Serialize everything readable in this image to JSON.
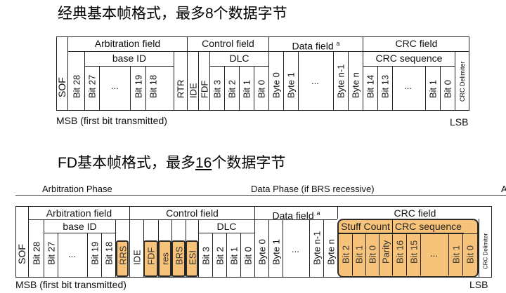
{
  "titles": {
    "classic": "经典基本帧格式，最多8个数据字节",
    "fd_prefix": "FD基本帧格式，最多",
    "fd_number": "16",
    "fd_suffix": "个数据字节"
  },
  "classic": {
    "sof": "SOF",
    "arbitration_field": "Arbitration field",
    "base_id": "base ID",
    "control_field": "Control field",
    "dlc": "DLC",
    "data_field": "Data field",
    "data_field_note": "a",
    "crc_field": "CRC field",
    "crc_sequence": "CRC sequence",
    "crc_delimiter": "CRC Delimiter",
    "bits": {
      "bit28": "Bit 28",
      "bit27": "Bit 27",
      "dots": "...",
      "bit19": "Bit 19",
      "bit18": "Bit 18",
      "rtr": "RTR",
      "ide": "IDE",
      "fdf": "FDF",
      "bit3": "Bit 3",
      "bit2": "Bit 2",
      "bit1": "Bit 1",
      "bit0": "Bit 0",
      "byte0": "Byte 0",
      "byte1": "Byte 1",
      "byte_n1": "Byte n-1",
      "byte_n": "Byte n",
      "bit14": "Bit 14",
      "bit13": "Bit 13",
      "crc_bit1": "Bit 1",
      "crc_bit0": "Bit 0"
    },
    "msb": "MSB (first bit transmitted)",
    "lsb": "LSB"
  },
  "fd": {
    "arbitration_phase": "Arbitration Phase",
    "data_phase": "Data Phase (if BRS recessive)",
    "arbitration_phase_cut": "A",
    "sof": "SOF",
    "arbitration_field": "Arbitration field",
    "base_id": "base ID",
    "control_field": "Control field",
    "dlc": "DLC",
    "data_field": "Data field",
    "data_field_note": "a",
    "crc_field": "CRC field",
    "stuff_count": "Stuff Count",
    "crc_sequence": "CRC sequence",
    "crc_delimiter": "CRC Delimiter",
    "bits": {
      "bit28": "Bit 28",
      "bit27": "Bit 27",
      "dots": "...",
      "bit19": "Bit 19",
      "bit18": "Bit 18",
      "rrs": "RRS",
      "ide": "IDE",
      "fdf": "FDF",
      "res": "res",
      "brs": "BRS",
      "esi": "ESI",
      "bit3": "Bit 3",
      "bit2": "Bit 2",
      "bit1": "Bit 1",
      "bit0": "Bit 0",
      "byte0": "Byte 0",
      "byte1": "Byte 1",
      "byte_n1": "Byte n-1",
      "byte_n": "Byte n",
      "sc_bit2": "Bit 2",
      "sc_bit1": "Bit 1",
      "sc_bit0": "Bit 0",
      "parity": "Parity",
      "bit16": "Bit 16",
      "bit15": "Bit 15",
      "crc_bit1": "Bit 1",
      "crc_bit0": "Bit 0"
    },
    "msb": "MSB (first bit transmitted)",
    "lsb": "LSB"
  },
  "colors": {
    "highlight": "#f7c37a",
    "border": "#222222"
  }
}
